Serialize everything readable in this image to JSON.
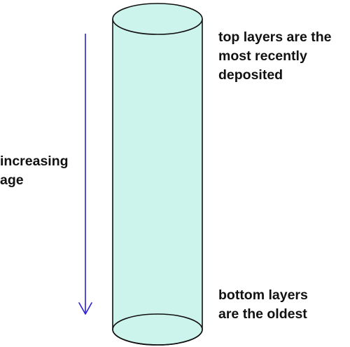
{
  "labels": {
    "top": [
      "top layers are the",
      "most recently",
      "deposited"
    ],
    "bottom": [
      "bottom layers",
      "are the oldest"
    ],
    "age": [
      "increasing",
      "age"
    ]
  },
  "colors": {
    "cylinder_fill": "#cdf4ec",
    "cylinder_stroke": "#111111",
    "arrow": "#2b1fd6",
    "text": "#111111"
  }
}
